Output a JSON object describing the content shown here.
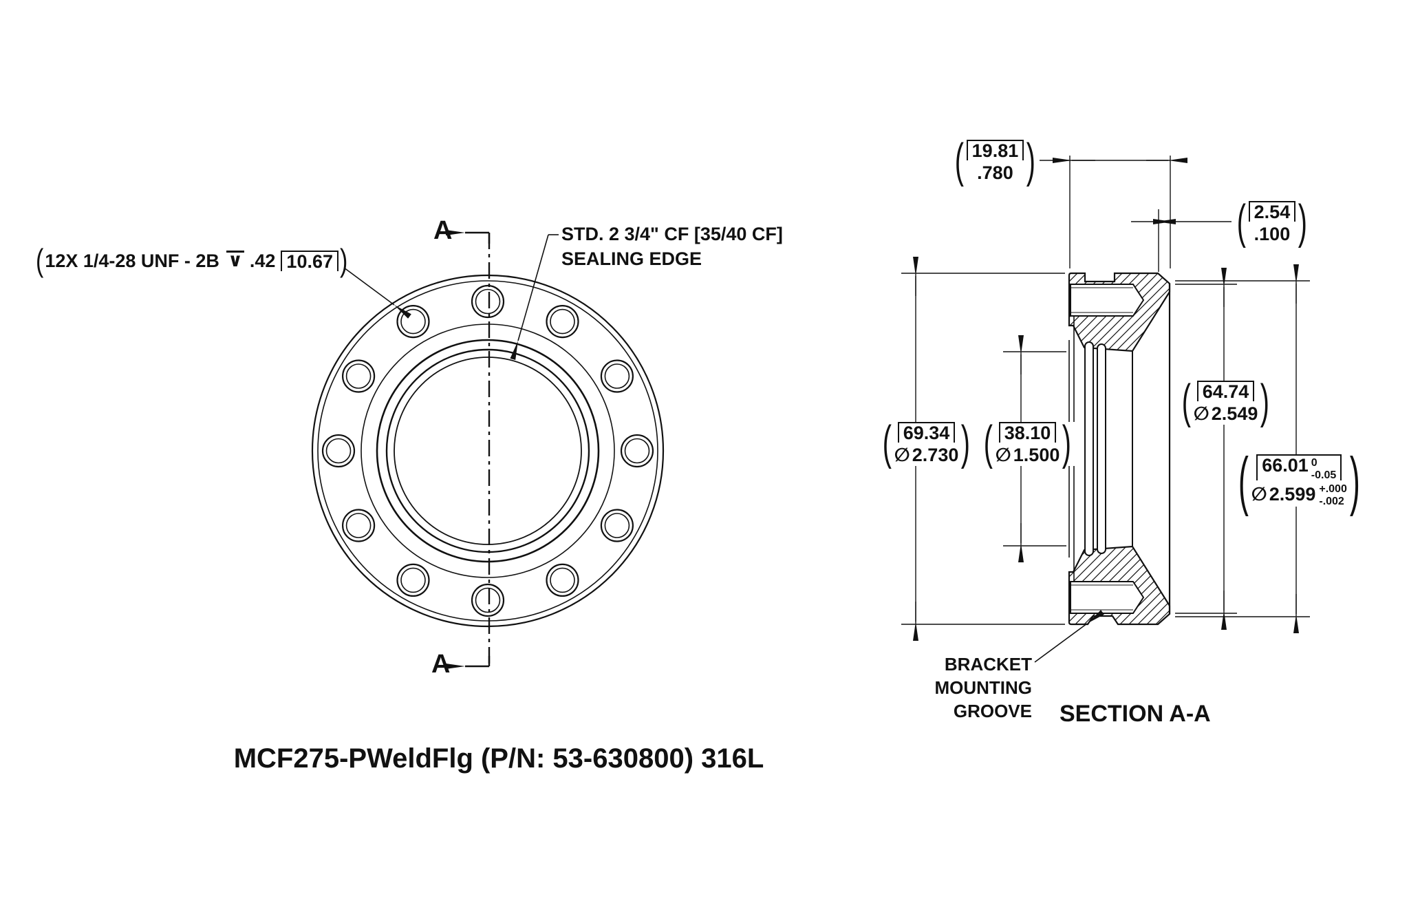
{
  "title": "MCF275-PWeldFlg (P/N: 53-630800) 316L",
  "section_label": "SECTION A-A",
  "section_marker": "A",
  "symbols": {
    "diameter": "∅",
    "depth_v": "∨",
    "paren_open": "(",
    "paren_close": ")"
  },
  "front_view": {
    "thread_callout": {
      "text": "12X 1/4-28 UNF - 2B",
      "depth_in": ".42",
      "depth_mm": "10.67"
    },
    "seal_label": {
      "line1": "STD. 2 3/4\" CF [35/40 CF]",
      "line2": "SEALING EDGE"
    }
  },
  "section_view": {
    "bracket_label": {
      "line1": "BRACKET",
      "line2": "MOUNTING",
      "line3": "GROOVE"
    },
    "dims": {
      "thickness": {
        "mm": "19.81",
        "inch": ".780"
      },
      "seal_land": {
        "mm": "2.54",
        "inch": ".100"
      },
      "outer_dia": {
        "mm": "69.34",
        "inch": "2.730"
      },
      "bore_dia": {
        "mm": "38.10",
        "inch": "1.500"
      },
      "seal_edge_dia": {
        "mm": "64.74",
        "inch": "2.549"
      },
      "socket_dia": {
        "mm": "66.01",
        "mm_tol_hi": "0",
        "mm_tol_lo": "-0.05",
        "inch": "2.599",
        "inch_tol_hi": "+.000",
        "inch_tol_lo": "-.002"
      }
    }
  },
  "colors": {
    "line": "#111111",
    "bg": "#ffffff"
  }
}
